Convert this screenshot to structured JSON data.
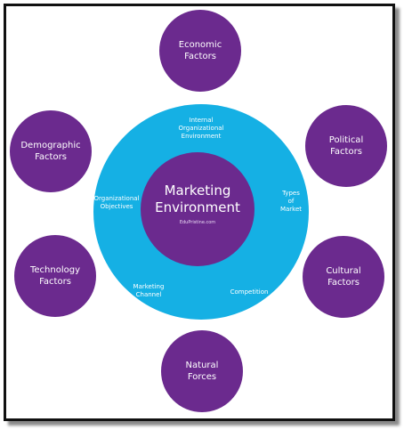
{
  "center": {
    "title": "Marketing\nEnvironment",
    "credit": "EduPristine.com"
  },
  "internal_factors": [
    {
      "label": "Internal\nOrganizational\nEnvironment"
    },
    {
      "label": "Types\nof\nMarket"
    },
    {
      "label": "Competition"
    },
    {
      "label": "Marketing\nChannel"
    },
    {
      "label": "Organizational\nObjectives"
    }
  ],
  "external_factors": [
    {
      "label": "Economic\nFactors"
    },
    {
      "label": "Political\nFactors"
    },
    {
      "label": "Cultural\nFactors"
    },
    {
      "label": "Natural\nForces"
    },
    {
      "label": "Technology\nFactors"
    },
    {
      "label": "Demographic\nFactors"
    }
  ],
  "colors": {
    "ring": "#15b0e4",
    "core": "#6b2a8e",
    "factor": "#6b2a8e",
    "text": "#ffffff",
    "frame": "#111111"
  }
}
